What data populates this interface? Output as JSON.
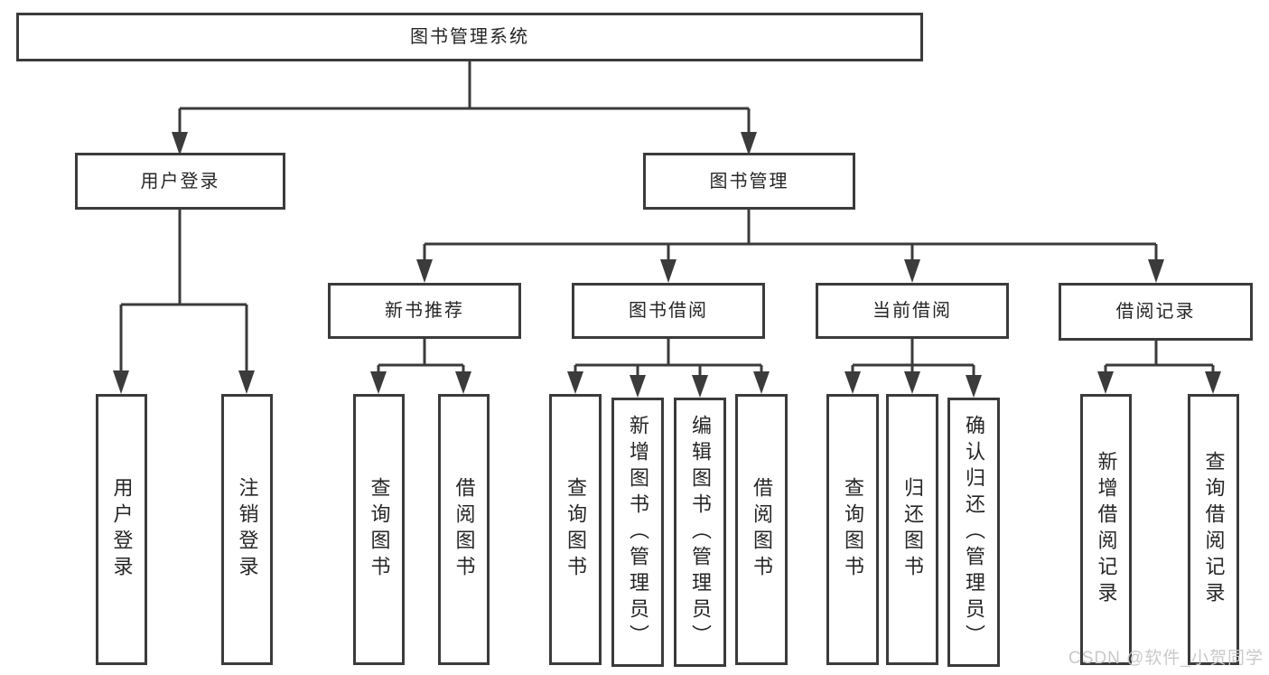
{
  "diagram": {
    "root": {
      "label": "图书管理系统"
    },
    "level2": [
      {
        "label": "用户登录"
      },
      {
        "label": "图书管理"
      }
    ],
    "level3": [
      {
        "label": "新书推荐"
      },
      {
        "label": "图书借阅"
      },
      {
        "label": "当前借阅"
      },
      {
        "label": "借阅记录"
      }
    ],
    "leaves": {
      "user": [
        {
          "label": "用户登录"
        },
        {
          "label": "注销登录"
        }
      ],
      "recommend": [
        {
          "label": "查询图书"
        },
        {
          "label": "借阅图书"
        }
      ],
      "borrow": [
        {
          "label": "查询图书"
        },
        {
          "label": "新增图书（管理员）"
        },
        {
          "label": "编辑图书（管理员）"
        },
        {
          "label": "借阅图书"
        }
      ],
      "current": [
        {
          "label": "查询图书"
        },
        {
          "label": "归还图书"
        },
        {
          "label": "确认归还（管理员）"
        }
      ],
      "records": [
        {
          "label": "新增借阅记录"
        },
        {
          "label": "查询借阅记录"
        }
      ]
    }
  },
  "watermark": {
    "text": "CSDN @软件_小贺同学"
  },
  "colors": {
    "line": "#3b3b3b",
    "box_border": "#3b3b3b",
    "text": "#262626",
    "watermark": "#c9c9c9",
    "background": "#ffffff"
  }
}
